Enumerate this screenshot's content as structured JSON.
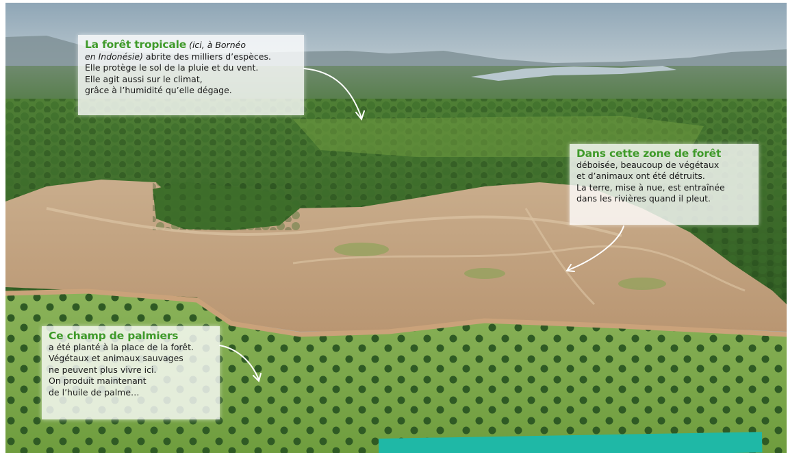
{
  "callouts": {
    "forest": {
      "heading": "La forêt tropicale",
      "heading_italic": "(ici, à Bornéo",
      "line2_italic": "en Indonésie)",
      "line2_rest": " abrite des milliers d’espèces.",
      "line3": "Elle protège le sol de la pluie et du vent.",
      "line4": "Elle agit aussi sur le climat,",
      "line5": "grâce à l’humidité qu’elle dégage."
    },
    "zone": {
      "heading": "Dans cette zone de forêt",
      "line2": "déboisée, beaucoup de végétaux",
      "line3": "et d’animaux ont été détruits.",
      "line4": "La terre, mise à nue, est entraînée",
      "line5": "dans les rivières quand il pleut."
    },
    "palm": {
      "heading": "Ce champ de palmiers",
      "line2": "a été planté à la place de la forêt.",
      "line3": "Végétaux et animaux sauvages",
      "line4": "ne peuvent plus vivre ici.",
      "line5": "On produit maintenant",
      "line6": "de l’huile de palme…"
    }
  },
  "colors": {
    "heading_green": "#3f9a2a",
    "teal_bar": "#1fb8a6"
  }
}
